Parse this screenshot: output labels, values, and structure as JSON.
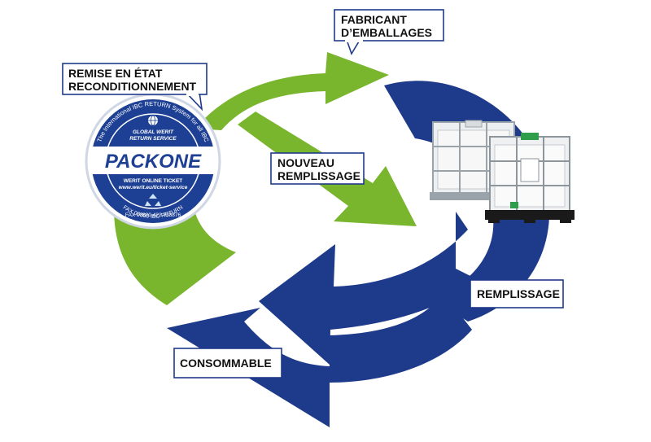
{
  "colors": {
    "green_arrow": "#7ab52e",
    "blue_arrow": "#1e3a8a",
    "label_border": "#1e3a8a",
    "badge_blue": "#1d3f94",
    "ibc_pallet": "#1a1a1a",
    "ibc_cap_green": "#2e9e4a"
  },
  "labels": {
    "fabricant": [
      "FABRICANT",
      "D’EMBALLAGES"
    ],
    "remise": [
      "REMISE EN ÉTAT",
      "RECONDITIONNEMENT"
    ],
    "nouveau": [
      "NOUVEAU",
      "REMPLISSAGE"
    ],
    "remplissage": "REMPLISSAGE",
    "consommable": "CONSOMMABLE"
  },
  "badge": {
    "ring_top": "The International IBC RETURN System for all IBC",
    "ring_bottom_1": "FAX 00800 IBC RETURN",
    "ring_bottom_2": "FAX 00800 422 738876",
    "service_1": "GLOBAL WERIT",
    "service_2": "RETURN SERVICE",
    "logo": "PACKONE",
    "ticket": "WERIT ONLINE TICKET",
    "url": "www.werit.eu/ticket-service"
  },
  "icons": {
    "badge_globe": "globe-icon",
    "badge_recycle": "recycle-icon",
    "containers": "ibc-container-icon"
  }
}
